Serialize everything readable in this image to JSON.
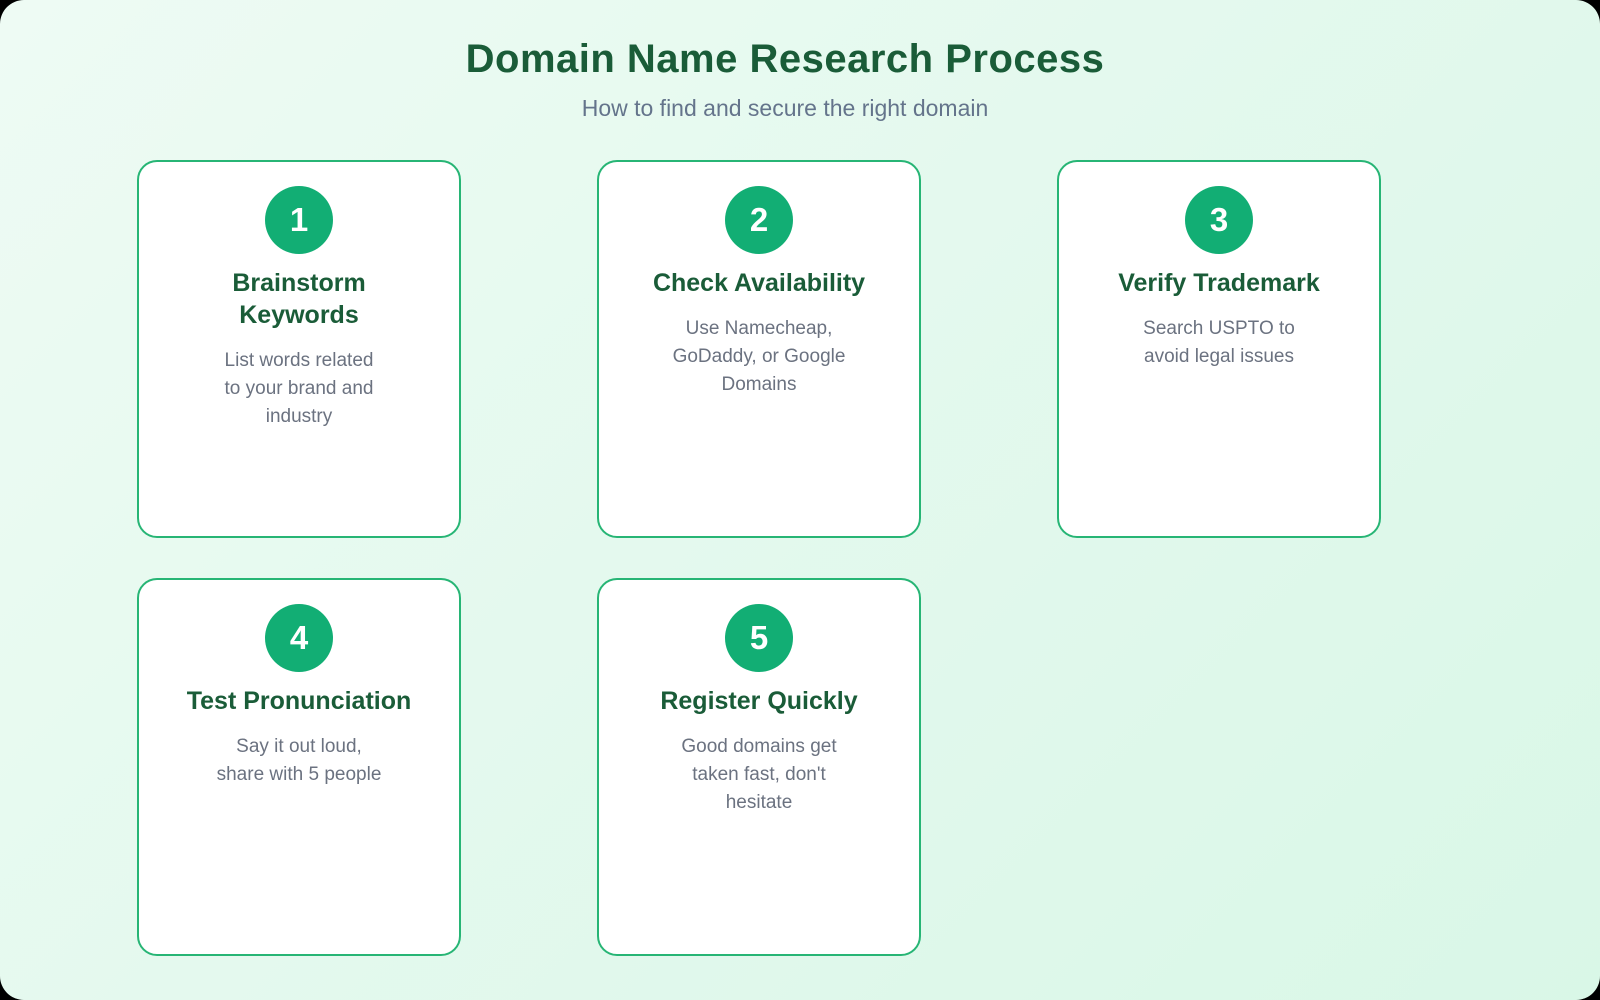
{
  "page": {
    "title": "Domain Name Research Process",
    "subtitle": "How to find and secure the right domain"
  },
  "colors": {
    "background_gradient_start": "#eefbf4",
    "background_gradient_end": "#d9f7e7",
    "card_background": "#ffffff",
    "card_border_green": "#27b575",
    "badge_green": "#12ae74",
    "heading_green": "#1a5c38",
    "body_text_gray": "#6b7280",
    "subtitle_gray": "#64748b"
  },
  "steps": [
    {
      "number": "1",
      "title_lines": [
        "Brainstorm",
        "Keywords"
      ],
      "description_lines": [
        "List words related",
        "to your brand and",
        "industry"
      ]
    },
    {
      "number": "2",
      "title_lines": [
        "Check Availability"
      ],
      "description_lines": [
        "Use Namecheap,",
        "GoDaddy, or Google",
        "Domains"
      ]
    },
    {
      "number": "3",
      "title_lines": [
        "Verify Trademark"
      ],
      "description_lines": [
        "Search USPTO to",
        "avoid legal issues"
      ]
    },
    {
      "number": "4",
      "title_lines": [
        "Test Pronunciation"
      ],
      "description_lines": [
        "Say it out loud,",
        "share with 5 people"
      ]
    },
    {
      "number": "5",
      "title_lines": [
        "Register Quickly"
      ],
      "description_lines": [
        "Good domains get",
        "taken fast, don't",
        "hesitate"
      ]
    }
  ]
}
